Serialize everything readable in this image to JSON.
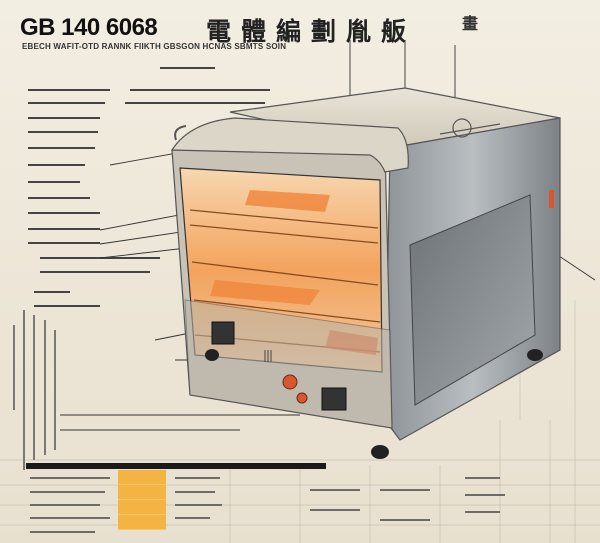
{
  "header": {
    "title_code": "GB 140 6068",
    "title_cjk": "電體編劃胤舨",
    "title_mark": "畫",
    "subtitle": "EBECH WAFIT-OTD RANNK FIIKTH GBSGON HCNAS SBMTS SOIN"
  },
  "colors": {
    "paper": "#efe9dc",
    "ink": "#1a1a1a",
    "oven_steel": "#9aa0a4",
    "oven_glow": "#f08a3a",
    "table_highlight": "#f4b443"
  },
  "icons": {
    "oven": "toaster-oven-illustration",
    "knob": "oven-knob-icon"
  }
}
